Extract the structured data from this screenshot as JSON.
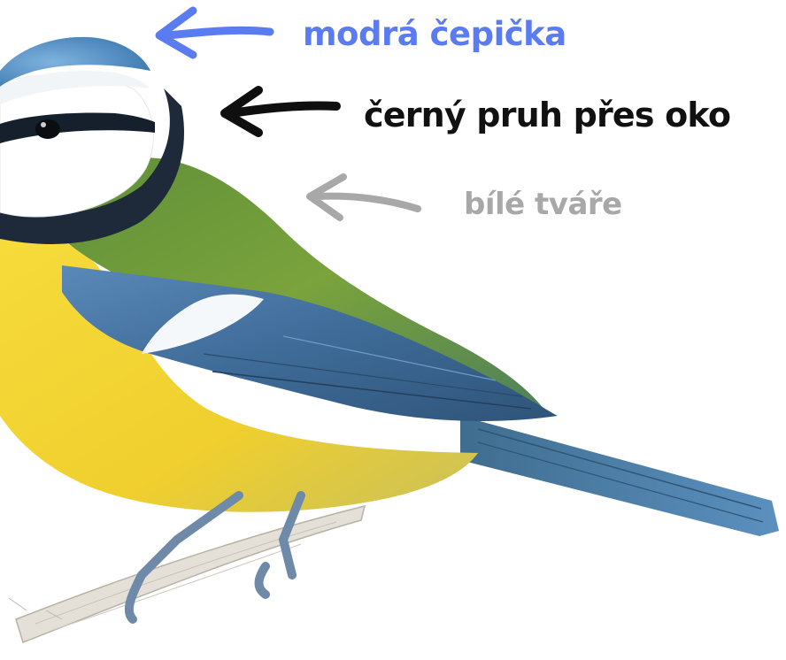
{
  "image": {
    "subject": "blue tit on a twig"
  },
  "annotations": [
    {
      "id": "cap",
      "text": "modrá čepička",
      "color": "#5b7cf0"
    },
    {
      "id": "eye",
      "text": "černý pruh přes oko",
      "color": "#111111"
    },
    {
      "id": "cheek",
      "text": "bílé tváře",
      "color": "#a8a8a8"
    }
  ],
  "palette": {
    "cap_blue": "#4a86c0",
    "cheek_white": "#ffffff",
    "eye_stripe": "#1c2430",
    "back_green": "#6f9a3a",
    "breast_yellow": "#f0d23a",
    "wing_blue": "#3f6f9e",
    "tail_blue": "#4a7eae",
    "twig": "#d8d4cc",
    "feet": "#6e8aa8"
  }
}
